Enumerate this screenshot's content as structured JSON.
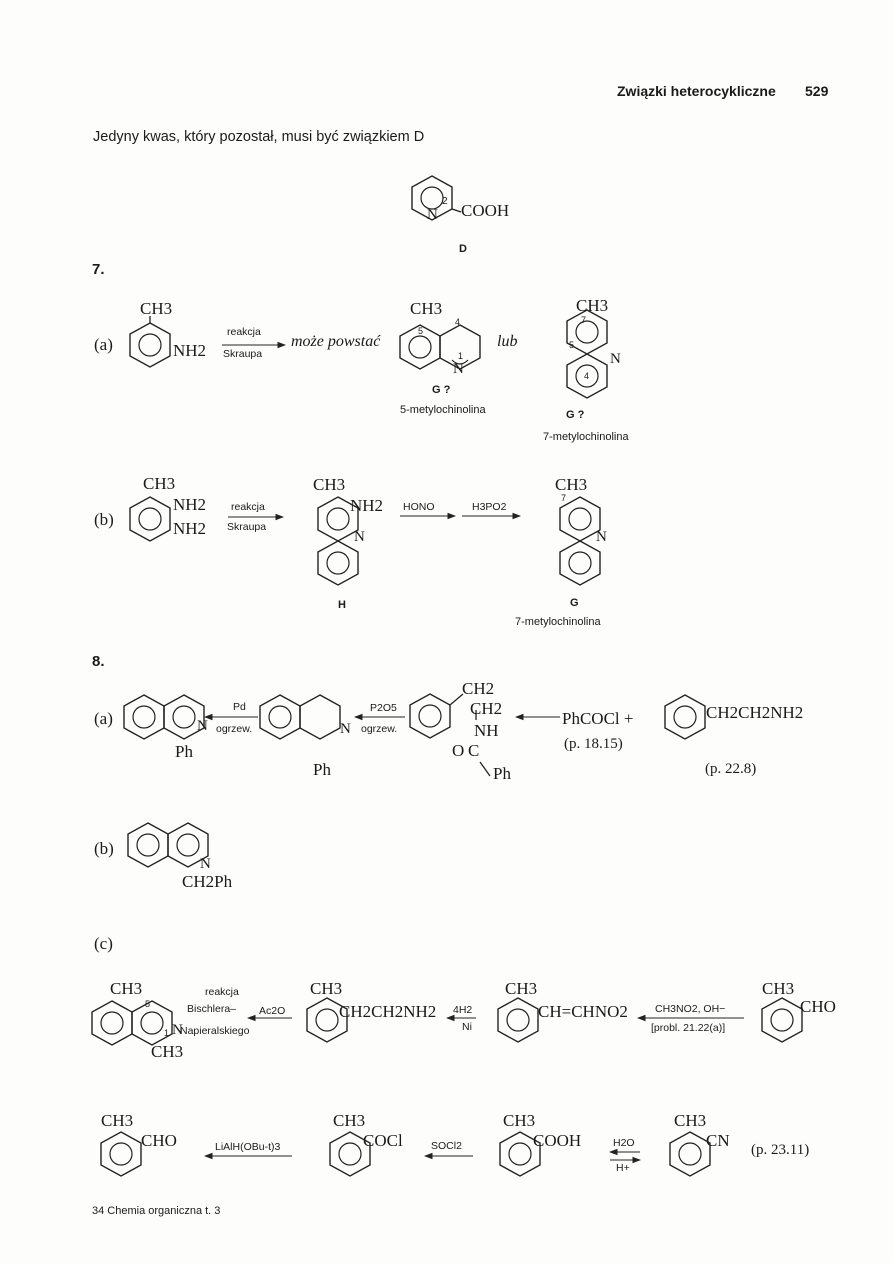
{
  "header": {
    "title": "Związki heterocykliczne",
    "page_number": "529"
  },
  "intro": "Jedyny kwas, który pozostał, musi być związkiem D",
  "d": {
    "cooh": "COOH",
    "n": "N",
    "pos": "2",
    "label": "D"
  },
  "problem7": {
    "number": "7.",
    "a": {
      "tag": "(a)",
      "ch3": "CH3",
      "nh2": "NH2",
      "reagent_top": "reakcja",
      "reagent_bottom": "Skraupa",
      "middle": "może powstać",
      "g1": {
        "ch3": "CH3",
        "pos5": "5",
        "pos4": "4",
        "pos1": "1",
        "n": "N",
        "label": "G ?",
        "name": "5-metylochinolina"
      },
      "lub": "lub",
      "g2": {
        "ch3": "CH3",
        "pos7": "7",
        "pos5": "5",
        "pos4": "4",
        "n": "N",
        "label": "G ?",
        "name": "7-metylochinolina"
      }
    },
    "b": {
      "tag": "(b)",
      "ch3": "CH3",
      "nh2_1": "NH2",
      "nh2_2": "NH2",
      "reagent_top": "reakcja",
      "reagent_bottom": "Skraupa",
      "h": {
        "ch3": "CH3",
        "nh2": "NH2",
        "n": "N",
        "label": "H"
      },
      "step1": "HONO",
      "step2": "H3PO2",
      "g": {
        "ch3": "CH3",
        "pos7": "7",
        "n": "N",
        "label": "G",
        "name": "7-metylochinolina"
      }
    }
  },
  "problem8": {
    "number": "8.",
    "a": {
      "tag": "(a)",
      "p1_n": "N",
      "p1_ph": "Ph",
      "pd": "Pd",
      "ogrzew1": "ogrzew.",
      "p2_n": "N",
      "p2_ph": "Ph",
      "p2o5": "P2O5",
      "ogrzew2": "ogrzew.",
      "amide_ch2a": "CH2",
      "amide_ch2b": "CH2",
      "amide_nh": "NH",
      "amide_o": "O",
      "amide_c": "C",
      "amide_ph": "Ph",
      "phcocl": "PhCOCl +",
      "ref1": "(p. 18.15)",
      "amine": "CH2CH2NH2",
      "ref2": "(p. 22.8)"
    },
    "b": {
      "tag": "(b)",
      "n": "N",
      "sub": "CH2Ph"
    },
    "c": {
      "tag": "(c)",
      "r1": {
        "ch3_top": "CH3",
        "pos5": "5",
        "pos1": "1",
        "n": "N",
        "ch3_bottom": "CH3"
      },
      "bn1": "reakcja",
      "bn2": "Bischlera–",
      "bn3": "Napieralskiego",
      "ac2o": "Ac2O",
      "r2": {
        "ch3": "CH3",
        "sub": "CH2CH2NH2"
      },
      "h4": "4H2",
      "ni": "Ni",
      "r3": {
        "ch3": "CH3",
        "sub": "CH=CHNO2"
      },
      "ch3no2": "CH3NO2, OH−",
      "probl": "[probl. 21.22(a)]",
      "r4": {
        "ch3": "CH3",
        "sub": "CHO"
      }
    },
    "d": {
      "r1": {
        "ch3": "CH3",
        "sub": "CHO"
      },
      "lialh": "LiAlH(OBu-t)3",
      "r2": {
        "ch3": "CH3",
        "sub": "COCl"
      },
      "socl2": "SOCl2",
      "r3": {
        "ch3": "CH3",
        "sub": "COOH"
      },
      "h2o": "H2O",
      "hplus": "H+",
      "r4": {
        "ch3": "CH3",
        "sub": "CN"
      },
      "ref": "(p. 23.11)"
    }
  },
  "footer": {
    "text": "34 Chemia organiczna t. 3"
  }
}
